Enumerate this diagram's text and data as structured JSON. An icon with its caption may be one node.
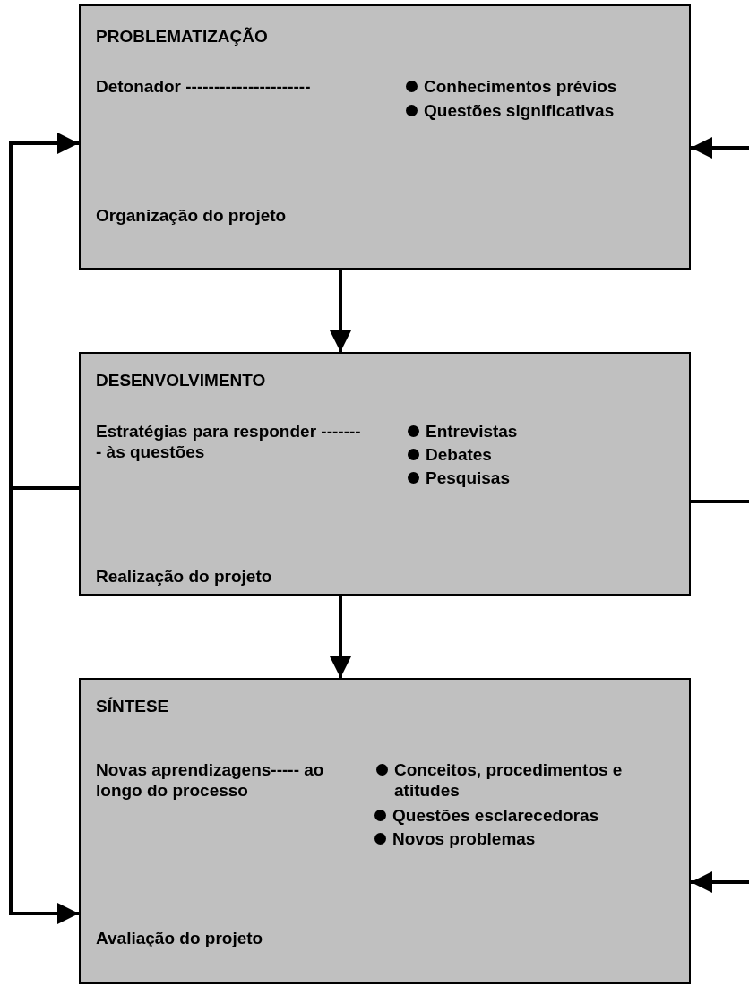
{
  "diagram": {
    "nodes": [
      {
        "text": [
          "PROBLEMATIZAÇÃO",
          "Detonador ----------------------",
          "Conhecimentos prévios",
          "Questões significativas",
          "Organização do projeto"
        ]
      },
      {
        "text": [
          "DESENVOLVIMENTO",
          "Estratégias para responder -------- às questões",
          "Entrevistas",
          "Debates",
          "Pesquisas",
          "Realização do projeto"
        ]
      },
      {
        "text": [
          "SÍNTESE",
          "Novas aprendizagens----- ao longo do processo",
          "Conceitos, procedimentos e atitudes",
          "Questões esclarecedoras",
          "Novos problemas",
          "Avaliação do projeto"
        ]
      }
    ],
    "edges": [
      {
        "from": 0,
        "to": 1,
        "arrow": "to"
      },
      {
        "from": 1,
        "to": 2,
        "arrow": "to"
      },
      {
        "from": 1,
        "to": 0,
        "arrow": "to"
      },
      {
        "from": 1,
        "to": 2,
        "arrow": "to"
      },
      {
        "from": 1,
        "to": 0,
        "arrow": "to"
      },
      {
        "from": 1,
        "to": 2,
        "arrow": "to"
      }
    ]
  }
}
